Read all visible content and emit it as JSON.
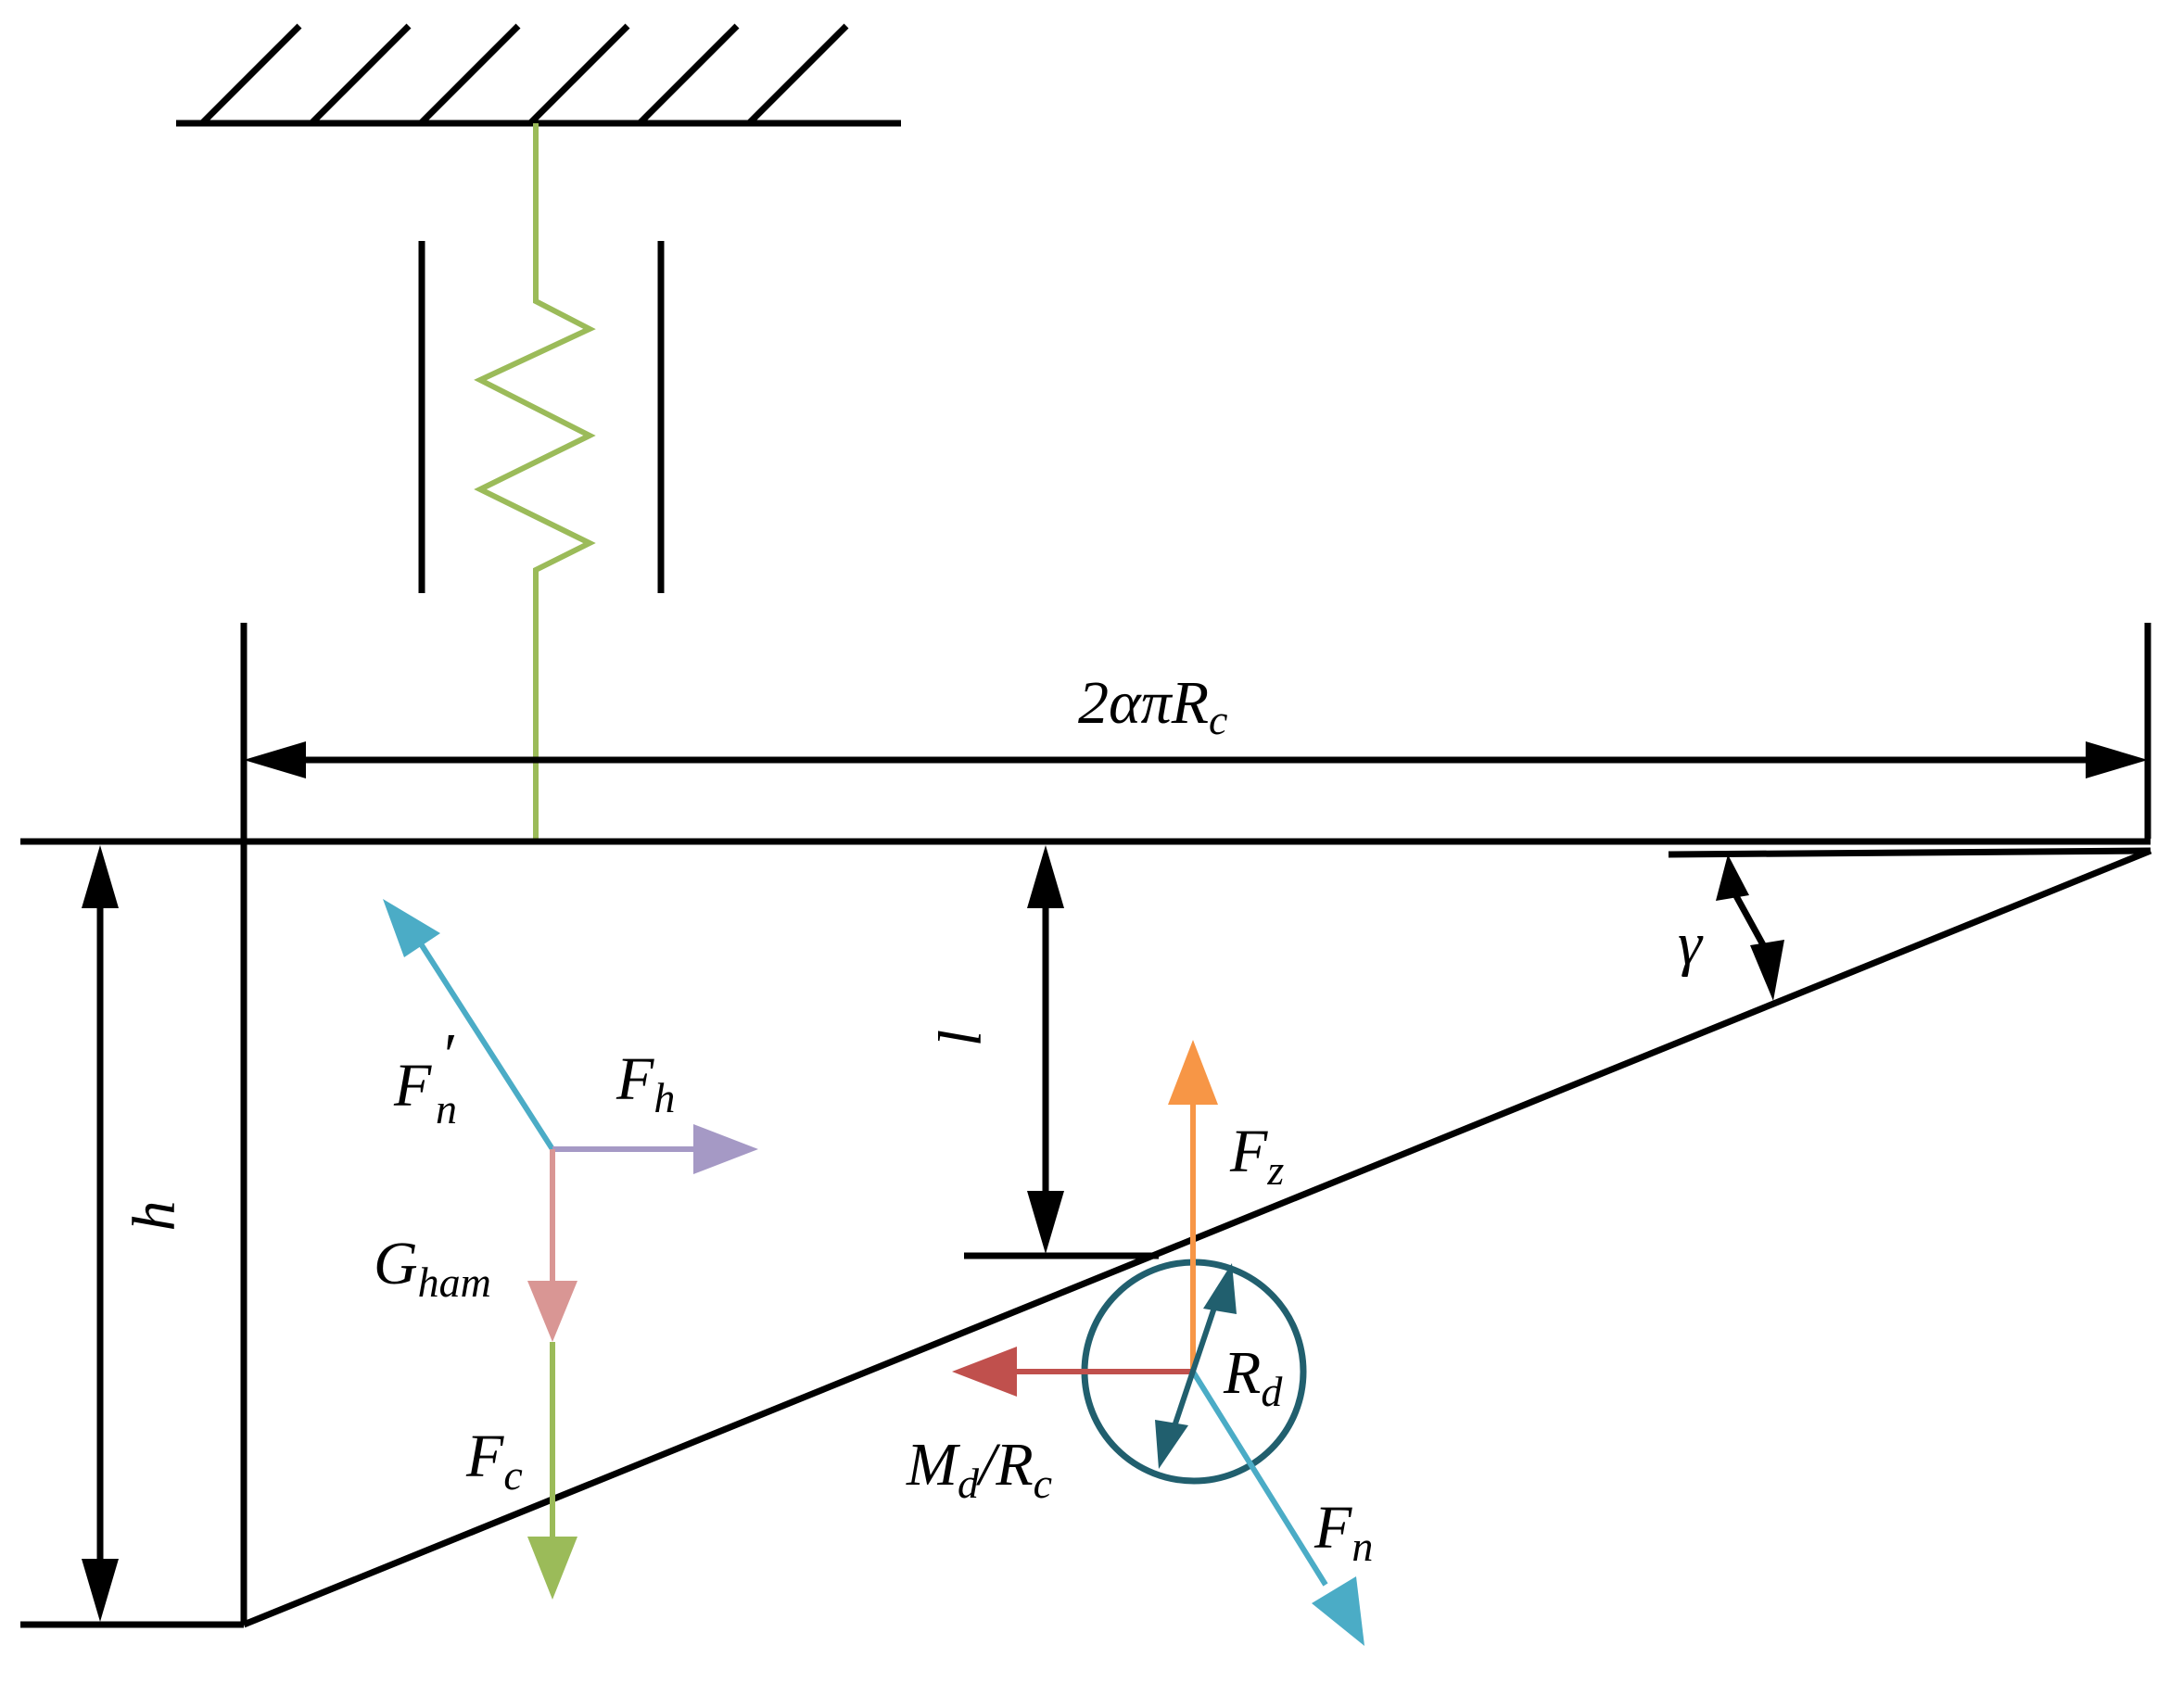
{
  "colors": {
    "line": "#000000",
    "spring": "#9bbb59",
    "fn_blue": "#4bacc6",
    "fh_purple": "#a599c5",
    "gham_pink": "#d99694",
    "fz_orange": "#f79646",
    "md_red": "#c0504d",
    "roller": "#215f6e"
  },
  "labels": {
    "width_dim": {
      "main": "2απR",
      "sub": "c"
    },
    "height_dim": {
      "main": "h"
    },
    "lift_dim": {
      "main": "l"
    },
    "angle": {
      "main": "γ"
    },
    "fn_prime": {
      "main": "F",
      "sup": "′",
      "sub": "n"
    },
    "fh": {
      "main": "F",
      "sub": "h"
    },
    "gham": {
      "main": "G",
      "sub": "ham"
    },
    "fc": {
      "main": "F",
      "sub": "c"
    },
    "fz": {
      "main": "F",
      "sub": "z"
    },
    "rd": {
      "main": "R",
      "sub": "d"
    },
    "md_rc": {
      "main": "M",
      "sub": "d",
      "mid": "/R",
      "sub2": "c"
    },
    "fn": {
      "main": "F",
      "sub": "n"
    }
  }
}
